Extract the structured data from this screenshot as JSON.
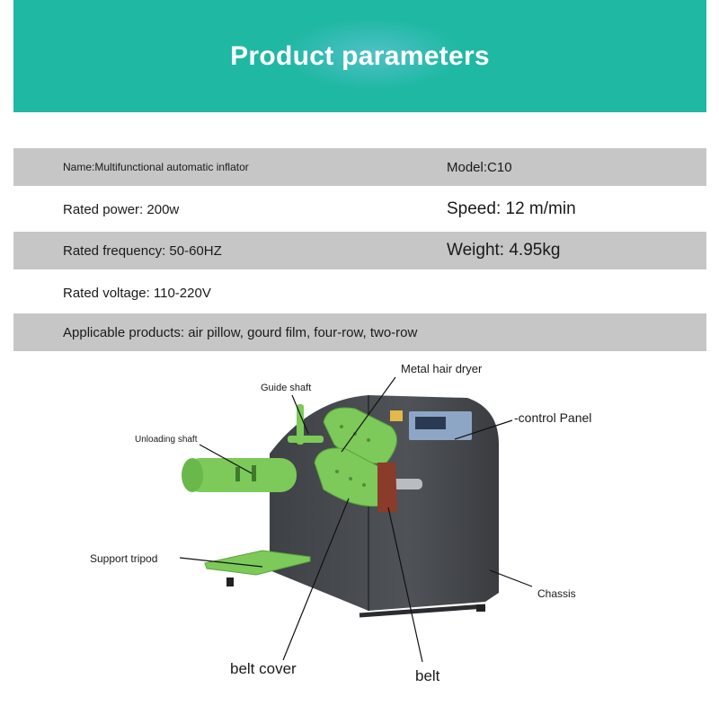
{
  "banner": {
    "title": "Product parameters",
    "color": "#1fb8a3"
  },
  "specs": {
    "name": "Name:Multifunctional automatic inflator",
    "model": "Model:C10",
    "power": "Rated power: 200w",
    "speed": "Speed: 12 m/min",
    "frequency": "Rated frequency: 50-60HZ",
    "weight": "Weight: 4.95kg",
    "voltage": "Rated voltage: 110-220V",
    "products": "Applicable products: air pillow, gourd film, four-row, two-row"
  },
  "diagram": {
    "labels": {
      "metal_hair_dryer": "Metal hair dryer",
      "guide_shaft": "Guide shaft",
      "control_panel": "-control Panel",
      "unloading_shaft": "Unloading shaft",
      "support_tripod": "Support tripod",
      "chassis": "Chassis",
      "belt_cover": "belt cover",
      "belt": "belt"
    },
    "colors": {
      "body": "#4a4d51",
      "green": "#7dc95a",
      "row_gray": "#c6c6c6"
    }
  }
}
